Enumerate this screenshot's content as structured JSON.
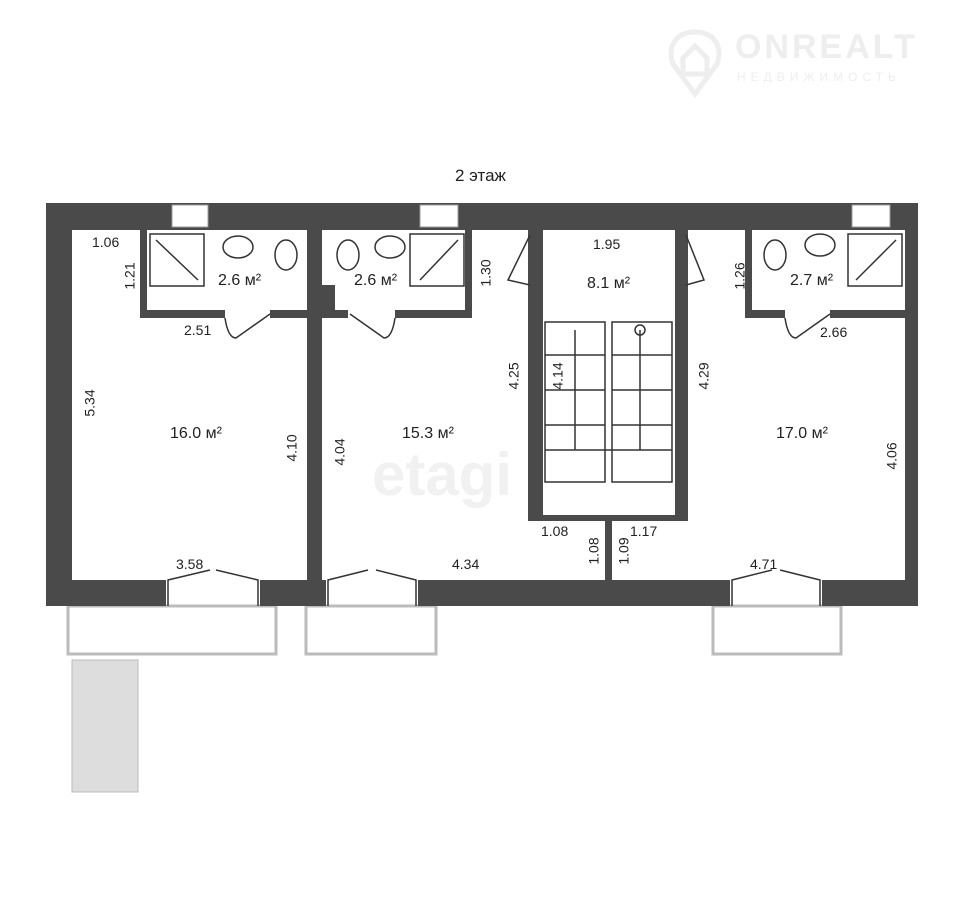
{
  "title": "2 этаж",
  "logo": {
    "name": "ONREALT",
    "tagline": "НЕДВИЖИМОСТЬ"
  },
  "watermark": "etagi",
  "areas": {
    "bath1": "2.6 м²",
    "bath2": "2.6 м²",
    "hall": "8.1 м²",
    "bath3": "2.7 м²",
    "room1": "16.0 м²",
    "room2": "15.3 м²",
    "room3": "17.0 м²"
  },
  "dims": {
    "d106": "1.06",
    "d121": "1.21",
    "d251": "2.51",
    "d130": "1.30",
    "d195": "1.95",
    "d126": "1.26",
    "d266": "2.66",
    "d534": "5.34",
    "d410": "4.10",
    "d404": "4.04",
    "d425": "4.25",
    "d414": "4.14",
    "d429": "4.29",
    "d406": "4.06",
    "d358": "3.58",
    "d434": "4.34",
    "d108a": "1.08",
    "d108b": "1.08",
    "d109": "1.09",
    "d117": "1.17",
    "d471": "4.71"
  },
  "colors": {
    "wall": "#4a4a4a"
  }
}
